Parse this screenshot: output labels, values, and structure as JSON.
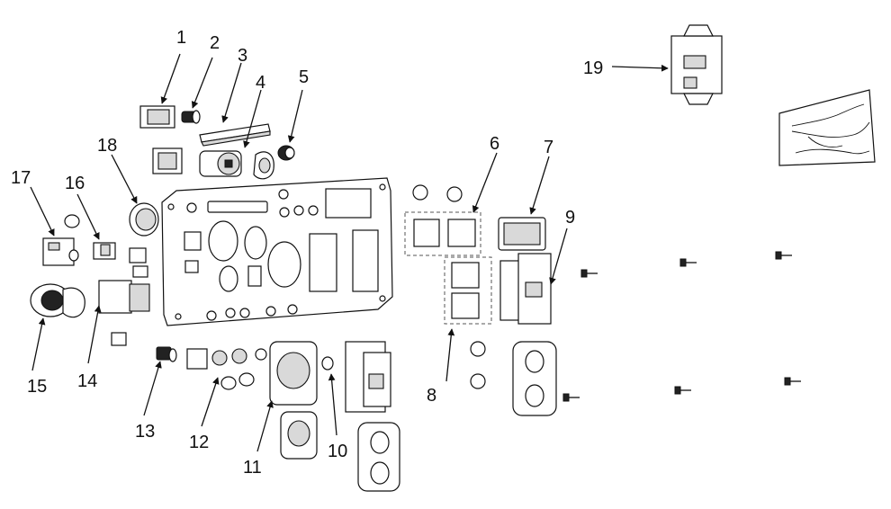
{
  "callouts": {
    "c1": "1",
    "c2": "2",
    "c3": "3",
    "c4": "4",
    "c5": "5",
    "c6": "6",
    "c7": "7",
    "c8": "8",
    "c9": "9",
    "c10": "10",
    "c11": "11",
    "c12": "12",
    "c13": "13",
    "c14": "14",
    "c15": "15",
    "c16": "16",
    "c17": "17",
    "c18": "18",
    "c19": "19"
  },
  "colors": {
    "line": "#111111",
    "background": "#ffffff",
    "shade": "#d9d9d9"
  }
}
